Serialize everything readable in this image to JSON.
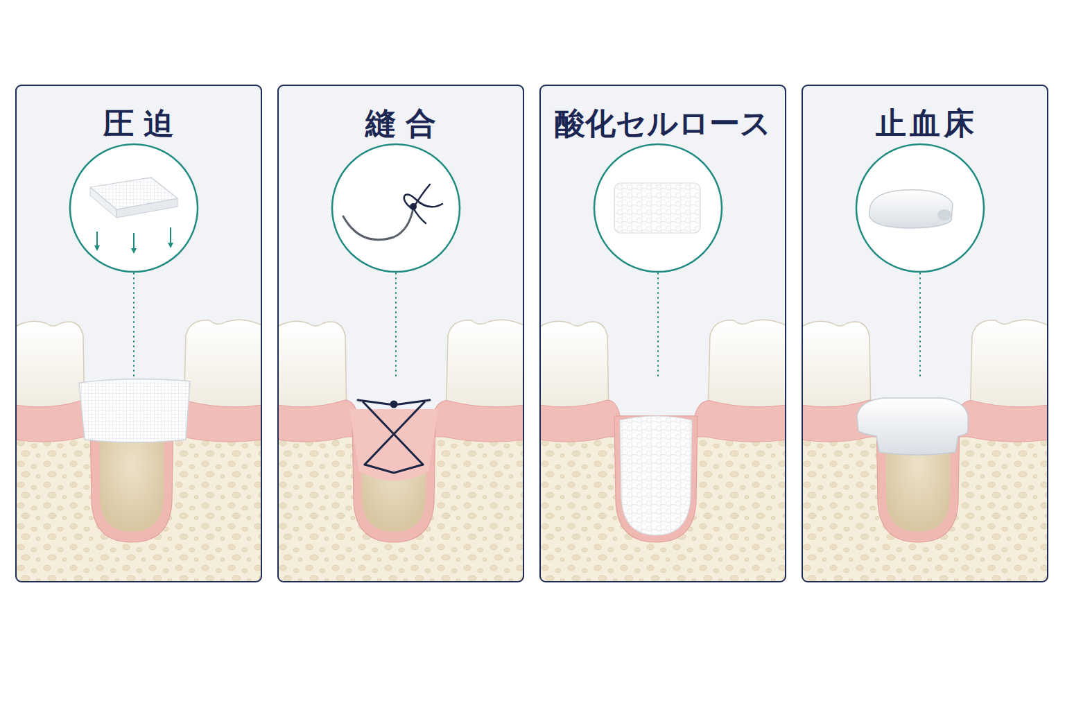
{
  "diagram": {
    "nodes": [
      {
        "text": [
          "圧迫"
        ]
      },
      {
        "text": [
          "縫合"
        ]
      },
      {
        "text": [
          "酸化セルロース"
        ]
      },
      {
        "text": [
          "止血床"
        ]
      }
    ]
  }
}
